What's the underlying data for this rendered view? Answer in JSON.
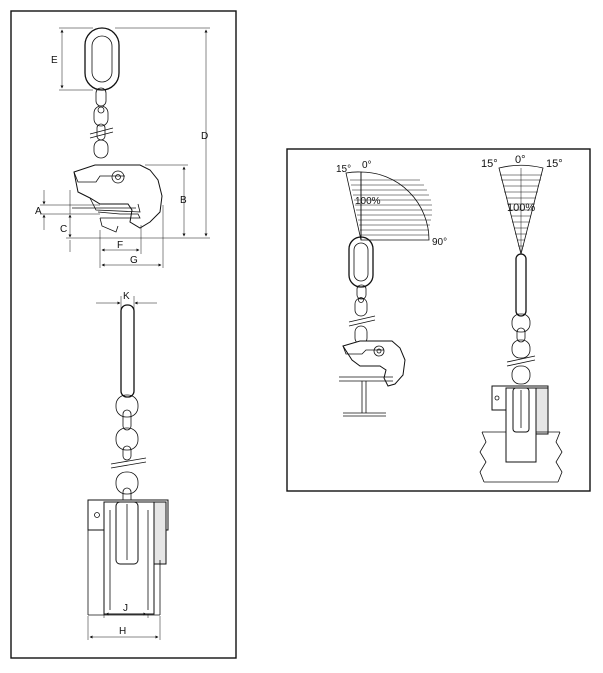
{
  "dimensions": {
    "a": "A",
    "b": "B",
    "c": "C",
    "d": "D",
    "e": "E",
    "f": "F",
    "g": "G",
    "h": "H",
    "j": "J",
    "k": "K"
  },
  "angles": {
    "left_15": "15°",
    "left_0": "0°",
    "left_100": "100%",
    "left_90": "90°",
    "right_15_left": "15°",
    "right_0": "0°",
    "right_15_right": "15°",
    "right_100": "100%"
  }
}
